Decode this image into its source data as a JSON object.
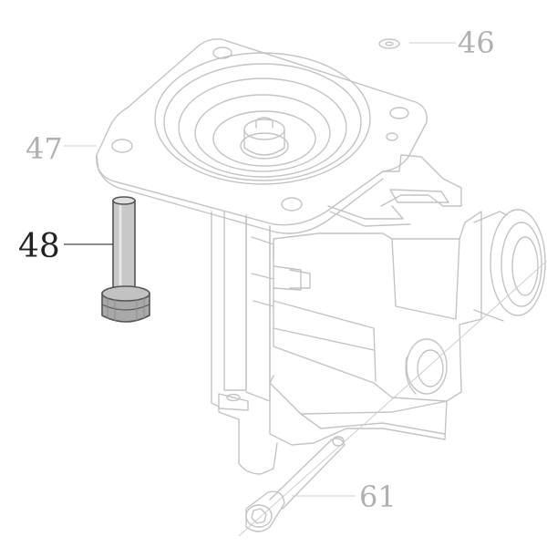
{
  "callouts": {
    "c46": "46",
    "c47": "47",
    "c48": "48",
    "c61": "61"
  },
  "colors": {
    "ghost_line": "#c4c4c4",
    "highlight_part": "#555555",
    "highlight_fill": "#bdbdbd",
    "label_active": "#222222",
    "label_muted": "#b0b0b0"
  }
}
